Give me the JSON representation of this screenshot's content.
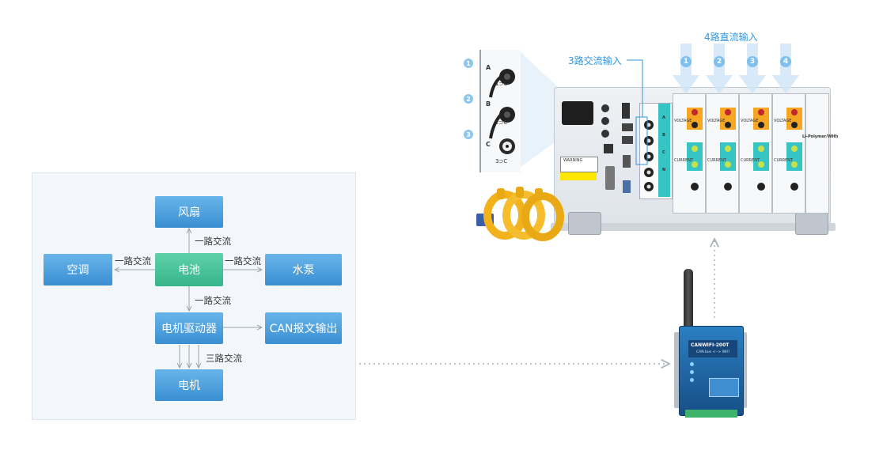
{
  "diagram": {
    "nodes": {
      "fan": "风扇",
      "battery": "电池",
      "ac": "空调",
      "pump": "水泵",
      "driver": "电机驱动器",
      "can_out": "CAN报文输出",
      "motor": "电机"
    },
    "edge_labels": {
      "battery_fan": "一路交流",
      "battery_ac": "一路交流",
      "battery_pump": "一路交流",
      "battery_driver": "一路交流",
      "driver_motor": "三路交流"
    }
  },
  "instrument": {
    "ac_inputs_label": "3路交流输入",
    "dc_inputs_label": "4路直流输入",
    "dc_channel_numbers": [
      "1",
      "2",
      "3",
      "4"
    ],
    "ac_channel_numbers": [
      "1",
      "2",
      "3"
    ],
    "ac_channel_letters": [
      "A",
      "B",
      "C"
    ],
    "ac_channel_codes": [
      "1⊃C",
      "2⊃C",
      "3⊃C"
    ],
    "module_name": "Li-Polymer/WHh",
    "panel_text": {
      "voltage": "VOLTAGE",
      "current": "CURRENT",
      "warning": "WARNING",
      "col_a": "A",
      "col_b": "B",
      "col_c": "C",
      "col_n": "N"
    }
  },
  "gateway": {
    "model": "CANWIFI-200T",
    "subtitle": "CAN bus <--> WiFi"
  },
  "colors": {
    "node_blue": "#3a8fd2",
    "node_green": "#37b58a",
    "callout_blue": "#2f96df",
    "teal_panel": "#37c4c4",
    "clamp_yellow": "#f2b21c",
    "device_blue": "#1f5f9a",
    "dotted_line": "#a9b3bb"
  }
}
